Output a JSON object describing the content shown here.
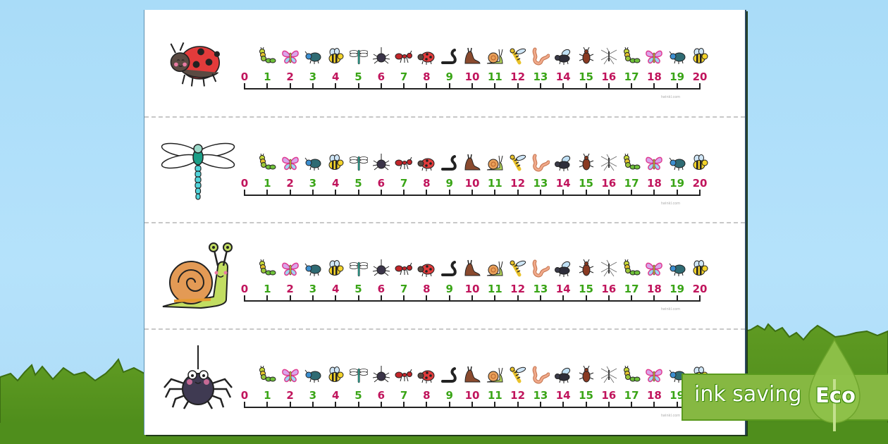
{
  "document": {
    "type": "number-line-strips",
    "range": {
      "min": 0,
      "max": 20
    },
    "numbers": [
      "0",
      "1",
      "2",
      "3",
      "4",
      "5",
      "6",
      "7",
      "8",
      "9",
      "10",
      "11",
      "12",
      "13",
      "14",
      "15",
      "16",
      "17",
      "18",
      "19",
      "20"
    ],
    "number_colors": {
      "even": "#c0145c",
      "odd": "#3aa517"
    },
    "bugs": [
      "caterpillar",
      "butterfly",
      "beetle",
      "bee",
      "dragonfly",
      "spider",
      "ant",
      "ladybird",
      "leech",
      "slug",
      "snail",
      "wasp",
      "worm",
      "fly",
      "cockroach",
      "mosquito",
      "caterpillar",
      "butterfly",
      "beetle",
      "bee"
    ],
    "credit": "twinkl.com",
    "strips": [
      {
        "mascot": "ladybird"
      },
      {
        "mascot": "dragonfly"
      },
      {
        "mascot": "snail"
      },
      {
        "mascot": "spider"
      }
    ]
  },
  "badge": {
    "label": "ink saving",
    "word": "Eco",
    "color": "#86b842"
  }
}
